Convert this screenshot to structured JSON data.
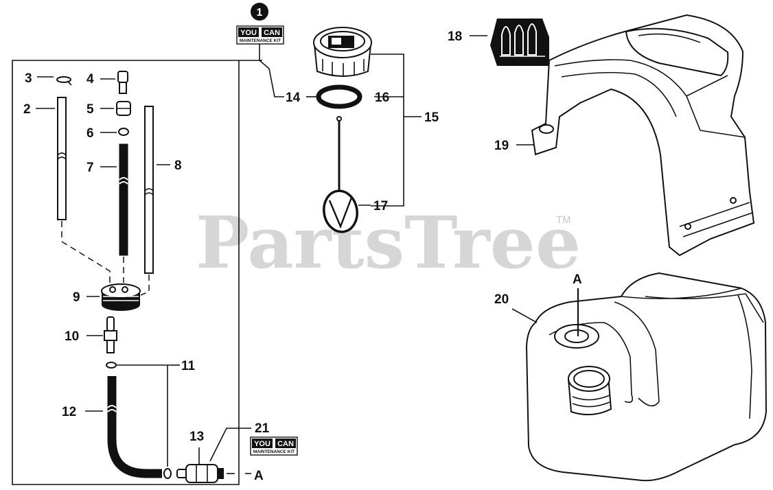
{
  "watermark": {
    "text": "PartsTree",
    "tm": "TM"
  },
  "maintenance_badge": {
    "number": "1",
    "line1": "YOU",
    "line2": "CAN",
    "line3": "MAINTENANCE KIT"
  },
  "callouts": [
    {
      "id": "c1",
      "label": "1"
    },
    {
      "id": "c2",
      "label": "2"
    },
    {
      "id": "c3",
      "label": "3"
    },
    {
      "id": "c4",
      "label": "4"
    },
    {
      "id": "c5",
      "label": "5"
    },
    {
      "id": "c6",
      "label": "6"
    },
    {
      "id": "c7",
      "label": "7"
    },
    {
      "id": "c8",
      "label": "8"
    },
    {
      "id": "c9",
      "label": "9"
    },
    {
      "id": "c10",
      "label": "10"
    },
    {
      "id": "c11",
      "label": "11"
    },
    {
      "id": "c12",
      "label": "12"
    },
    {
      "id": "c13",
      "label": "13"
    },
    {
      "id": "c14",
      "label": "14"
    },
    {
      "id": "c15",
      "label": "15"
    },
    {
      "id": "c16",
      "label": "16"
    },
    {
      "id": "c17",
      "label": "17"
    },
    {
      "id": "c18",
      "label": "18"
    },
    {
      "id": "c19",
      "label": "19"
    },
    {
      "id": "c20",
      "label": "20"
    },
    {
      "id": "c21",
      "label": "21"
    },
    {
      "id": "cA1",
      "label": "A"
    },
    {
      "id": "cA2",
      "label": "A"
    }
  ]
}
